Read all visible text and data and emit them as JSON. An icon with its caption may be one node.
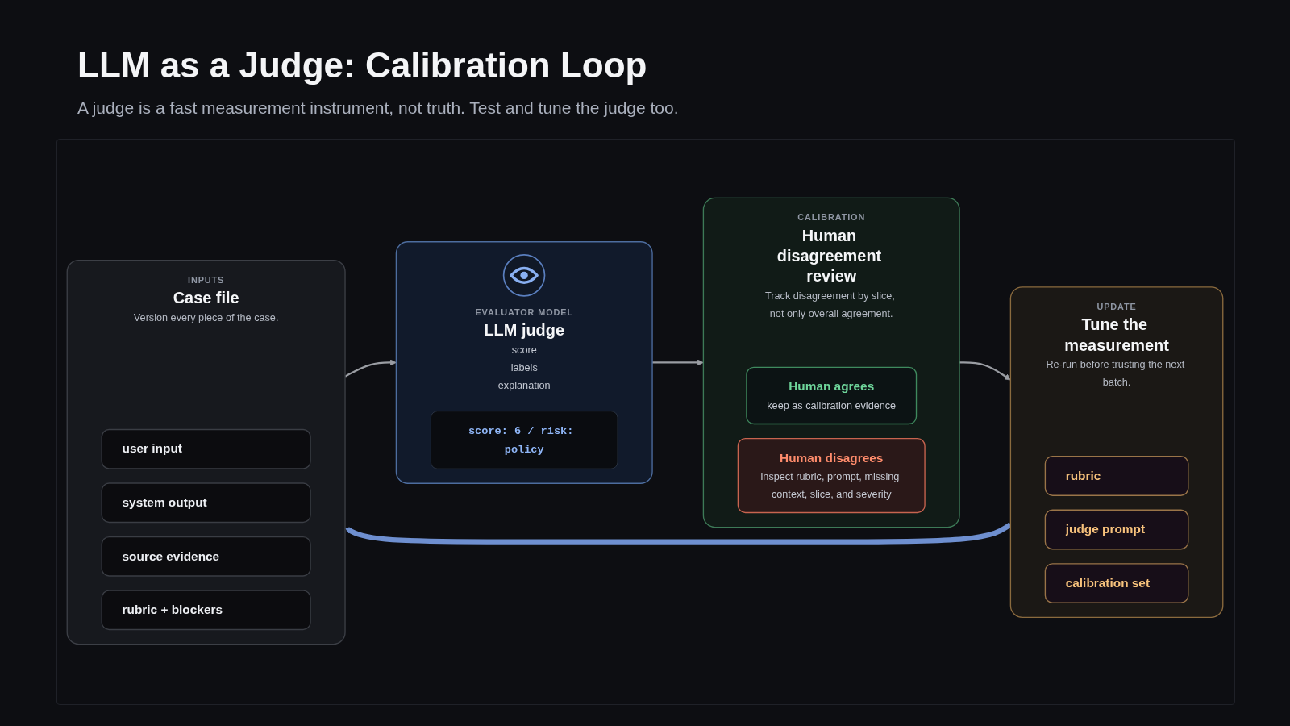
{
  "diagram": {
    "title": "LLM as a Judge: Calibration Loop",
    "nodes": [
      {
        "text": [
          "INPUTS",
          "Case file",
          "Version every piece of the case."
        ]
      },
      {
        "text": [
          "user input"
        ],
        "in": 0
      },
      {
        "text": [
          "system output"
        ],
        "in": 0
      },
      {
        "text": [
          "source evidence"
        ],
        "in": 0
      },
      {
        "text": [
          "rubric + blockers"
        ],
        "in": 0
      },
      {
        "text": [
          "EVALUATOR MODEL",
          "LLM judge",
          "score",
          "labels",
          "explanation"
        ]
      },
      {
        "text": [
          "score: 6 / risk: policy"
        ],
        "in": 5
      },
      {
        "text": [
          "CALIBRATION",
          "Human disagreement review",
          "Track disagreement by slice, not only overall agreement."
        ]
      },
      {
        "text": [
          "Human agrees",
          "keep as calibration evidence"
        ],
        "in": 7
      },
      {
        "text": [
          "Human disagrees",
          "inspect rubric, prompt, missing context, slice, and severity"
        ],
        "in": 7
      },
      {
        "text": [
          "UPDATE",
          "Tune the measurement",
          "Re-run before trusting the next batch."
        ]
      },
      {
        "text": [
          "rubric"
        ],
        "in": 10
      },
      {
        "text": [
          "judge prompt"
        ],
        "in": 10
      },
      {
        "text": [
          "calibration set"
        ],
        "in": 10
      }
    ],
    "edges": [
      {
        "from": 0,
        "to": 5,
        "arrow": "to"
      },
      {
        "from": 5,
        "to": 7,
        "arrow": "to"
      },
      {
        "from": 7,
        "to": 10,
        "arrow": "to"
      },
      {
        "from": 10,
        "to": 0,
        "arrow": "to",
        "style": "thick",
        "color": "#6e8fd0"
      }
    ],
    "labels": [
      "A judge is a fast measurement instrument, not truth. Test and tune the judge too."
    ]
  }
}
